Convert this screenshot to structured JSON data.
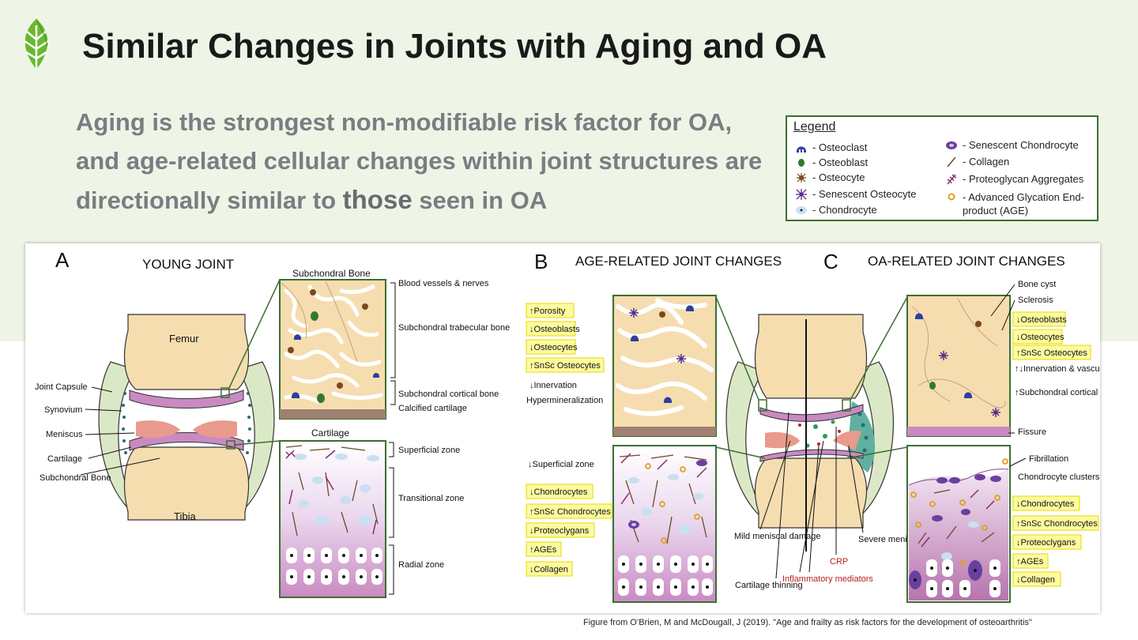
{
  "title": "Similar Changes in Joints with Aging and OA",
  "subtitle": {
    "part1": "Aging is the strongest non-modifiable risk factor for OA, and age-related cellular changes within joint structures are directionally similar to ",
    "emph": "those",
    "part2": " seen in OA"
  },
  "legend": {
    "title": "Legend",
    "items": [
      {
        "label": "- Osteoclast",
        "icon": "osteoclast-icon",
        "color": "#2c3f9e"
      },
      {
        "label": "- Osteoblast",
        "icon": "osteoblast-icon",
        "color": "#2f7a2f"
      },
      {
        "label": "- Osteocyte",
        "icon": "osteocyte-icon",
        "color": "#7a4a1e"
      },
      {
        "label": "- Senescent Osteocyte",
        "icon": "senescent-osteocyte-icon",
        "color": "#5a2a8a"
      },
      {
        "label": "- Chondrocyte",
        "icon": "chondrocyte-icon",
        "color": "#c9dff2"
      },
      {
        "label": "- Senescent Chondrocyte",
        "icon": "senescent-chondrocyte-icon",
        "color": "#6b3fa0"
      },
      {
        "label": "- Collagen",
        "icon": "collagen-icon",
        "color": "#6b4a2a"
      },
      {
        "label": "- Proteoglycan Aggregates",
        "icon": "proteoglycan-icon",
        "color": "#8a2a6a"
      },
      {
        "label": "- Advanced Glycation End-product (AGE)",
        "icon": "age-icon",
        "color": "#e0a020"
      }
    ]
  },
  "panelA": {
    "letter": "A",
    "heading": "YOUNG JOINT",
    "femur": "Femur",
    "tibia": "Tibia",
    "left_labels": [
      "Joint Capsule",
      "Synovium",
      "Meniscus",
      "Cartilage",
      "Subchondral Bone"
    ],
    "bone_title": "Subchondral Bone",
    "bone_labels": [
      "Blood vessels & nerves",
      "Subchondral trabecular bone",
      "Subchondral cortical bone",
      "Calcified cartilage"
    ],
    "cart_title": "Cartilage",
    "cart_labels": [
      "Superficial zone",
      "Transitional zone",
      "Radial zone"
    ]
  },
  "panelB": {
    "letter": "B",
    "heading": "AGE-RELATED JOINT CHANGES",
    "bone_changes": [
      "Porosity",
      "Osteoblasts",
      "Osteocytes",
      "SnSc Osteocytes"
    ],
    "bone_plain": [
      "Innervation",
      "Hypermineralization"
    ],
    "cart_plain": "Superficial zone",
    "cart_changes": [
      "Chondrocytes",
      "SnSc Chondrocytes",
      "Proteoclygans",
      "AGEs",
      "Collagen"
    ]
  },
  "panelC": {
    "letter": "C",
    "heading": "OA-RELATED JOINT CHANGES",
    "bone_plain_top": [
      "Bone cyst",
      "Sclerosis"
    ],
    "bone_changes": [
      "Osteoblasts",
      "Osteocytes",
      "SnSc Osteocytes"
    ],
    "bone_plain": [
      "Innervation & vascularization",
      "Subchondral cortical thickness",
      "Fissure"
    ],
    "cart_plain": [
      "Fibrillation",
      "Chondrocyte clusters"
    ],
    "cart_changes": [
      "Chondrocytes",
      "SnSc Chondrocytes",
      "Proteoclygans",
      "AGEs",
      "Collagen"
    ],
    "joint_labels": [
      "Mild meniscal damage",
      "Cartilage thinning",
      "Inflammatory mediators",
      "CRP",
      "Severe meniscal damage"
    ]
  },
  "caption": "Figure from O’Brien, M and McDougall, J (2019). \"Age and frailty as risk factors for the development of osteoarthritis\""
}
